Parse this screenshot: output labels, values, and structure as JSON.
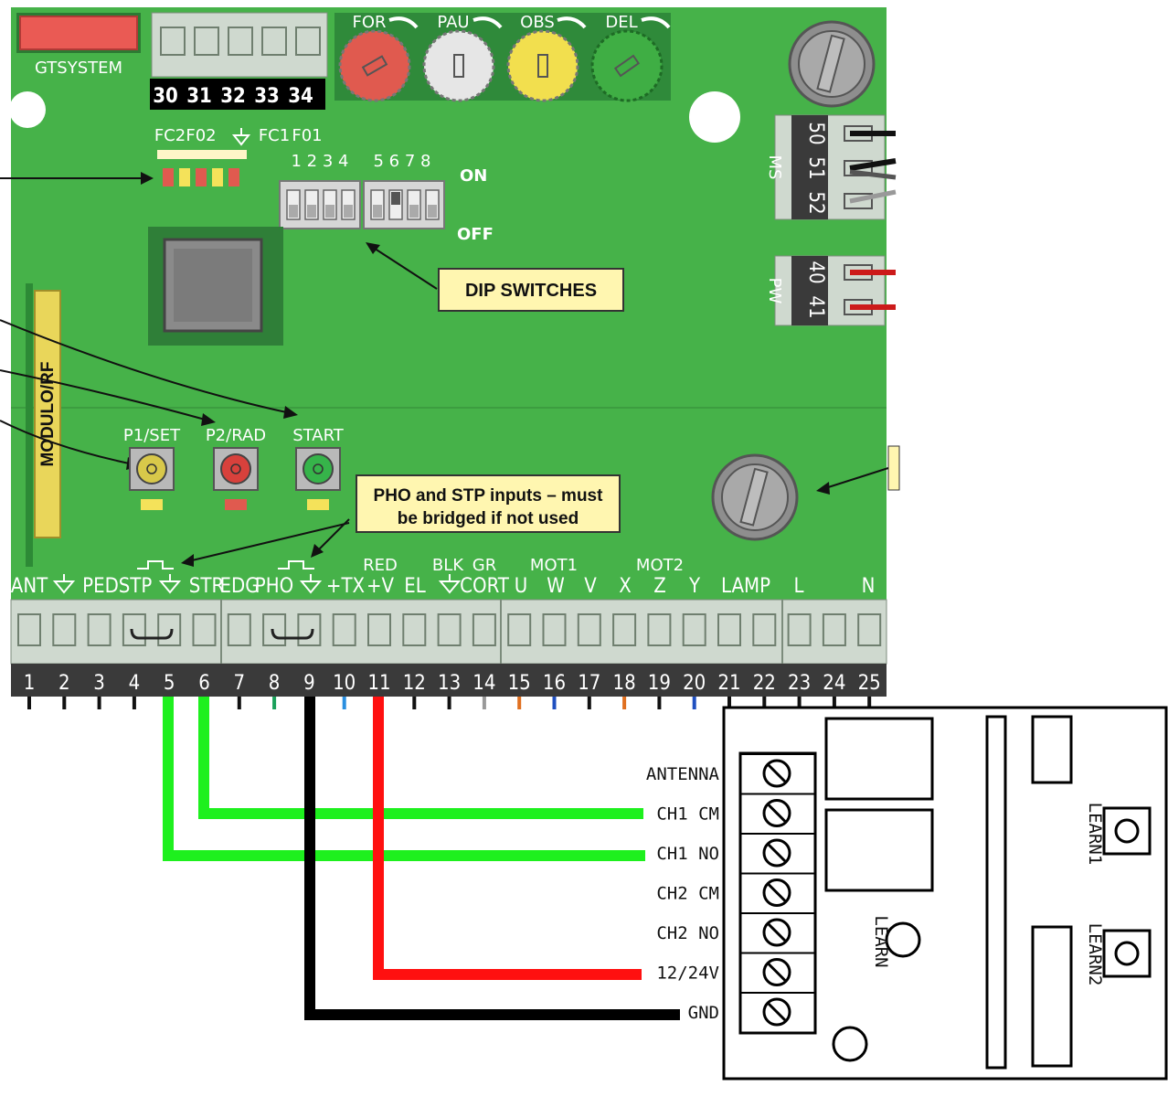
{
  "board": {
    "brand": "GTSYSTEM",
    "top_terminals": [
      "30",
      "31",
      "32",
      "33",
      "34"
    ],
    "top_terminal_labels": [
      "FC2",
      "F02",
      "FC1",
      "F01"
    ],
    "trimmers": [
      "FOR",
      "PAU",
      "OBS",
      "DEL"
    ],
    "dip_numbers_a": "1 2 3 4",
    "dip_numbers_b": "5 6 7 8",
    "dip_on": "ON",
    "dip_off": "OFF",
    "dip_callout": "DIP SWITCHES",
    "ms_label": "MS",
    "ms_terminals": [
      "50",
      "51",
      "52"
    ],
    "pw_label": "PW",
    "pw_terminals": [
      "40",
      "41"
    ],
    "module_label": "MODULO/RF",
    "buttons": [
      "P1/SET",
      "P2/RAD",
      "START"
    ],
    "pho_callout_line1": "PHO and STP inputs – must",
    "pho_callout_line2": "be bridged if not used",
    "bottom_labels": [
      "ANT",
      "PED",
      "STP",
      "STR",
      "EDG",
      "PHO",
      "+TX",
      "+V",
      "EL",
      "CORT",
      "U",
      "W",
      "V",
      "X",
      "Z",
      "Y",
      "LAMP",
      "L",
      "N"
    ],
    "group_labels": [
      "RED",
      "BLK",
      "GR",
      "MOT1",
      "MOT2"
    ],
    "bottom_terminals": [
      "1",
      "2",
      "3",
      "4",
      "5",
      "6",
      "7",
      "8",
      "9",
      "10",
      "11",
      "12",
      "13",
      "14",
      "15",
      "16",
      "17",
      "18",
      "19",
      "20",
      "21",
      "22",
      "23",
      "24",
      "25"
    ]
  },
  "receiver": {
    "terminals": [
      "ANTENNA",
      "CH1 CM",
      "CH1 NO",
      "CH2 CM",
      "CH2 NO",
      "12/24V",
      "GND"
    ],
    "learn": "LEARN",
    "learn1": "LEARN1",
    "learn2": "LEARN2"
  },
  "colors": {
    "board": "#46b249",
    "wire_green": "#1ef01e",
    "wire_red": "#ff1010",
    "wire_black": "#000000",
    "callout_bg": "#fff6b0"
  }
}
